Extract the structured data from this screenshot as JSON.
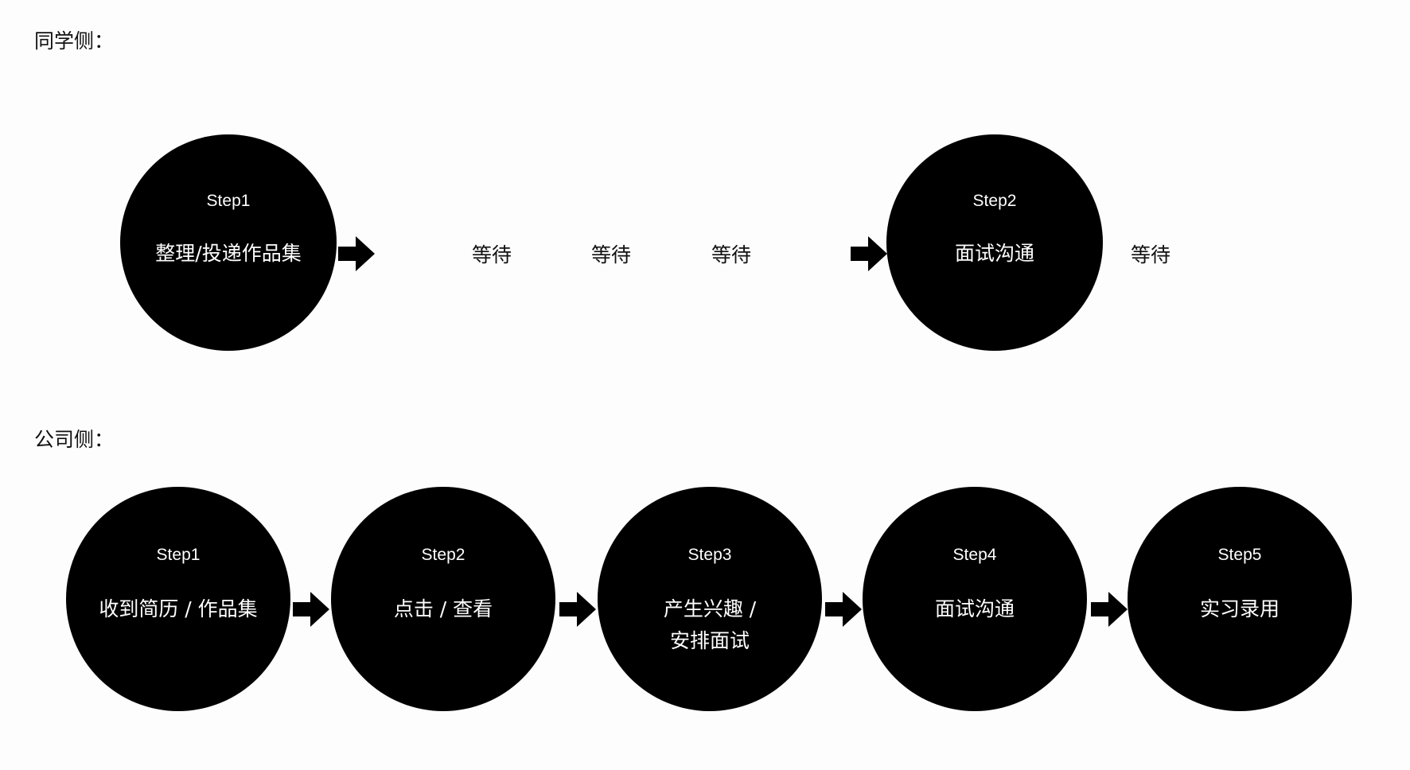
{
  "student_side": {
    "title": "同学侧：",
    "steps": [
      {
        "step": "Step1",
        "text": "整理/投递作品集"
      },
      {
        "step": "Step2",
        "text": "面试沟通"
      }
    ],
    "waits": [
      "等待",
      "等待",
      "等待",
      "等待"
    ]
  },
  "company_side": {
    "title": "公司侧：",
    "steps": [
      {
        "step": "Step1",
        "text": "收到简历 / 作品集"
      },
      {
        "step": "Step2",
        "text": "点击 / 查看"
      },
      {
        "step": "Step3",
        "text": "产生兴趣 /",
        "text2": "安排面试"
      },
      {
        "step": "Step4",
        "text": "面试沟通"
      },
      {
        "step": "Step5",
        "text": "实习录用"
      }
    ]
  },
  "colors": {
    "circle": "#000000",
    "circle_text": "#ffffff"
  }
}
